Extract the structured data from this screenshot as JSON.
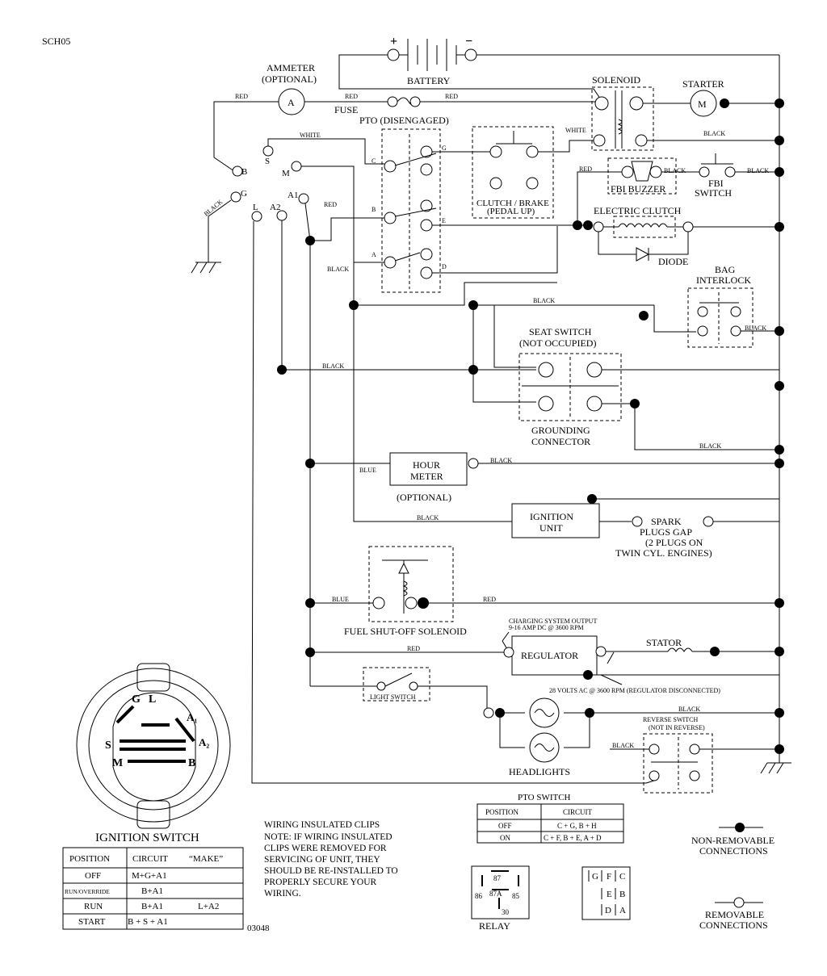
{
  "doc_id": "SCH05",
  "drawing_no": "03048",
  "components": {
    "battery": "BATTERY",
    "battery_plus": "+",
    "battery_minus": "−",
    "ammeter": "AMMETER",
    "ammeter_opt": "(OPTIONAL)",
    "ammeter_sym": "A",
    "fuse": "FUSE",
    "pto_disengaged": "PTO (DISENGAGED)",
    "solenoid": "SOLENOID",
    "starter": "STARTER",
    "starter_sym": "M",
    "clutch_brake": "CLUTCH / BRAKE",
    "pedal_up": "(PEDAL UP)",
    "fbi_buzzer": "FBI BUZZER",
    "fbi_switch_1": "FBI",
    "fbi_switch_2": "SWITCH",
    "electric_clutch": "ELECTRIC CLUTCH",
    "diode": "DIODE",
    "bag_interlock_1": "BAG",
    "bag_interlock_2": "INTERLOCK",
    "seat_switch_1": "SEAT SWITCH",
    "seat_switch_2": "(NOT OCCUPIED)",
    "grounding_1": "GROUNDING",
    "grounding_2": "CONNECTOR",
    "hour_meter_1": "HOUR",
    "hour_meter_2": "METER",
    "hour_meter_opt": "(OPTIONAL)",
    "ignition_unit_1": "IGNITION",
    "ignition_unit_2": "UNIT",
    "spark_1": "SPARK",
    "spark_2": "PLUGS GAP",
    "spark_3": "(2 PLUGS ON",
    "spark_4": "TWIN CYL. ENGINES)",
    "fuel_solenoid": "FUEL SHUT-OFF SOLENOID",
    "charging_1": "CHARGING SYSTEM OUTPUT",
    "charging_2": "9-16 AMP DC @ 3600 RPM",
    "regulator": "REGULATOR",
    "stator": "STATOR",
    "volts_note": "28 VOLTS AC @ 3600 RPM (REGULATOR DISCONNECTED)",
    "light_switch": "LIGHT SWITCH",
    "headlights": "HEADLIGHTS",
    "reverse_1": "REVERSE SWITCH",
    "reverse_2": "(NOT IN REVERSE)",
    "ignition_switch": "IGNITION SWITCH",
    "relay": "RELAY"
  },
  "terminals": {
    "ign_B": "B",
    "ign_S": "S",
    "ign_M": "M",
    "ign_G": "G",
    "ign_A1": "A1",
    "ign_A2": "A2",
    "ign_L": "L",
    "pto_C": "C",
    "pto_G": "G",
    "pto_B": "B",
    "pto_E": "E",
    "pto_A": "A",
    "pto_D": "D",
    "sw_G": "G",
    "sw_L": "L",
    "sw_A1": "A₁",
    "sw_A2": "A₂",
    "sw_S": "S",
    "sw_M": "M",
    "sw_B": "B"
  },
  "wire_labels": {
    "red1": "RED",
    "red2": "RED",
    "red_fbi": "RED",
    "red_ign": "RED",
    "red_fuel": "RED",
    "red_reg": "RED",
    "white1": "WHITE",
    "white2": "WHITE",
    "black_gnd": "BLACK",
    "black_pto": "BLACK",
    "black_starter": "BLACK",
    "black_buzzer": "BLACK",
    "black_fbi": "BLACK",
    "black_bag": "BLACK",
    "black_bag2": "BLACK",
    "black_seat": "BLACK",
    "black_gconn": "BLACK",
    "black_hour": "BLACK",
    "black_ignunit": "BLACK",
    "black_head": "BLACK",
    "black_rev": "BLACK",
    "blue_hour": "BLUE",
    "blue_fuel": "BLUE"
  },
  "notes": {
    "line1": "WIRING INSULATED CLIPS",
    "line2": "NOTE:  IF WIRING INSULATED",
    "line3": "CLIPS WERE REMOVED FOR",
    "line4": "SERVICING OF UNIT, THEY",
    "line5": "SHOULD BE RE-INSTALLED TO",
    "line6": "PROPERLY SECURE YOUR",
    "line7": "WIRING."
  },
  "legend": {
    "non_removable_1": "NON-REMOVABLE",
    "non_removable_2": "CONNECTIONS",
    "removable_1": "REMOVABLE",
    "removable_2": "CONNECTIONS"
  },
  "ignition_table": {
    "headers": [
      "POSITION",
      "CIRCUIT",
      "“MAKE”"
    ],
    "rows": [
      [
        "OFF",
        "M+G+A1",
        ""
      ],
      [
        "RUN/OVERRIDE",
        "B+A1",
        ""
      ],
      [
        "RUN",
        "B+A1",
        "L+A2"
      ],
      [
        "START",
        "B + S + A1",
        ""
      ]
    ]
  },
  "pto_table": {
    "title": "PTO SWITCH",
    "headers": [
      "POSITION",
      "CIRCUIT"
    ],
    "rows": [
      [
        "OFF",
        "C + G, B + H"
      ],
      [
        "ON",
        "C + F, B + E, A + D"
      ]
    ]
  },
  "relay_pins": {
    "p87": "87",
    "p87a": "87A",
    "p86": "86",
    "p85": "85",
    "p30": "30"
  },
  "pto_pins": {
    "G": "G",
    "F": "F",
    "C": "C",
    "E": "E",
    "B": "B",
    "D": "D",
    "A": "A"
  }
}
